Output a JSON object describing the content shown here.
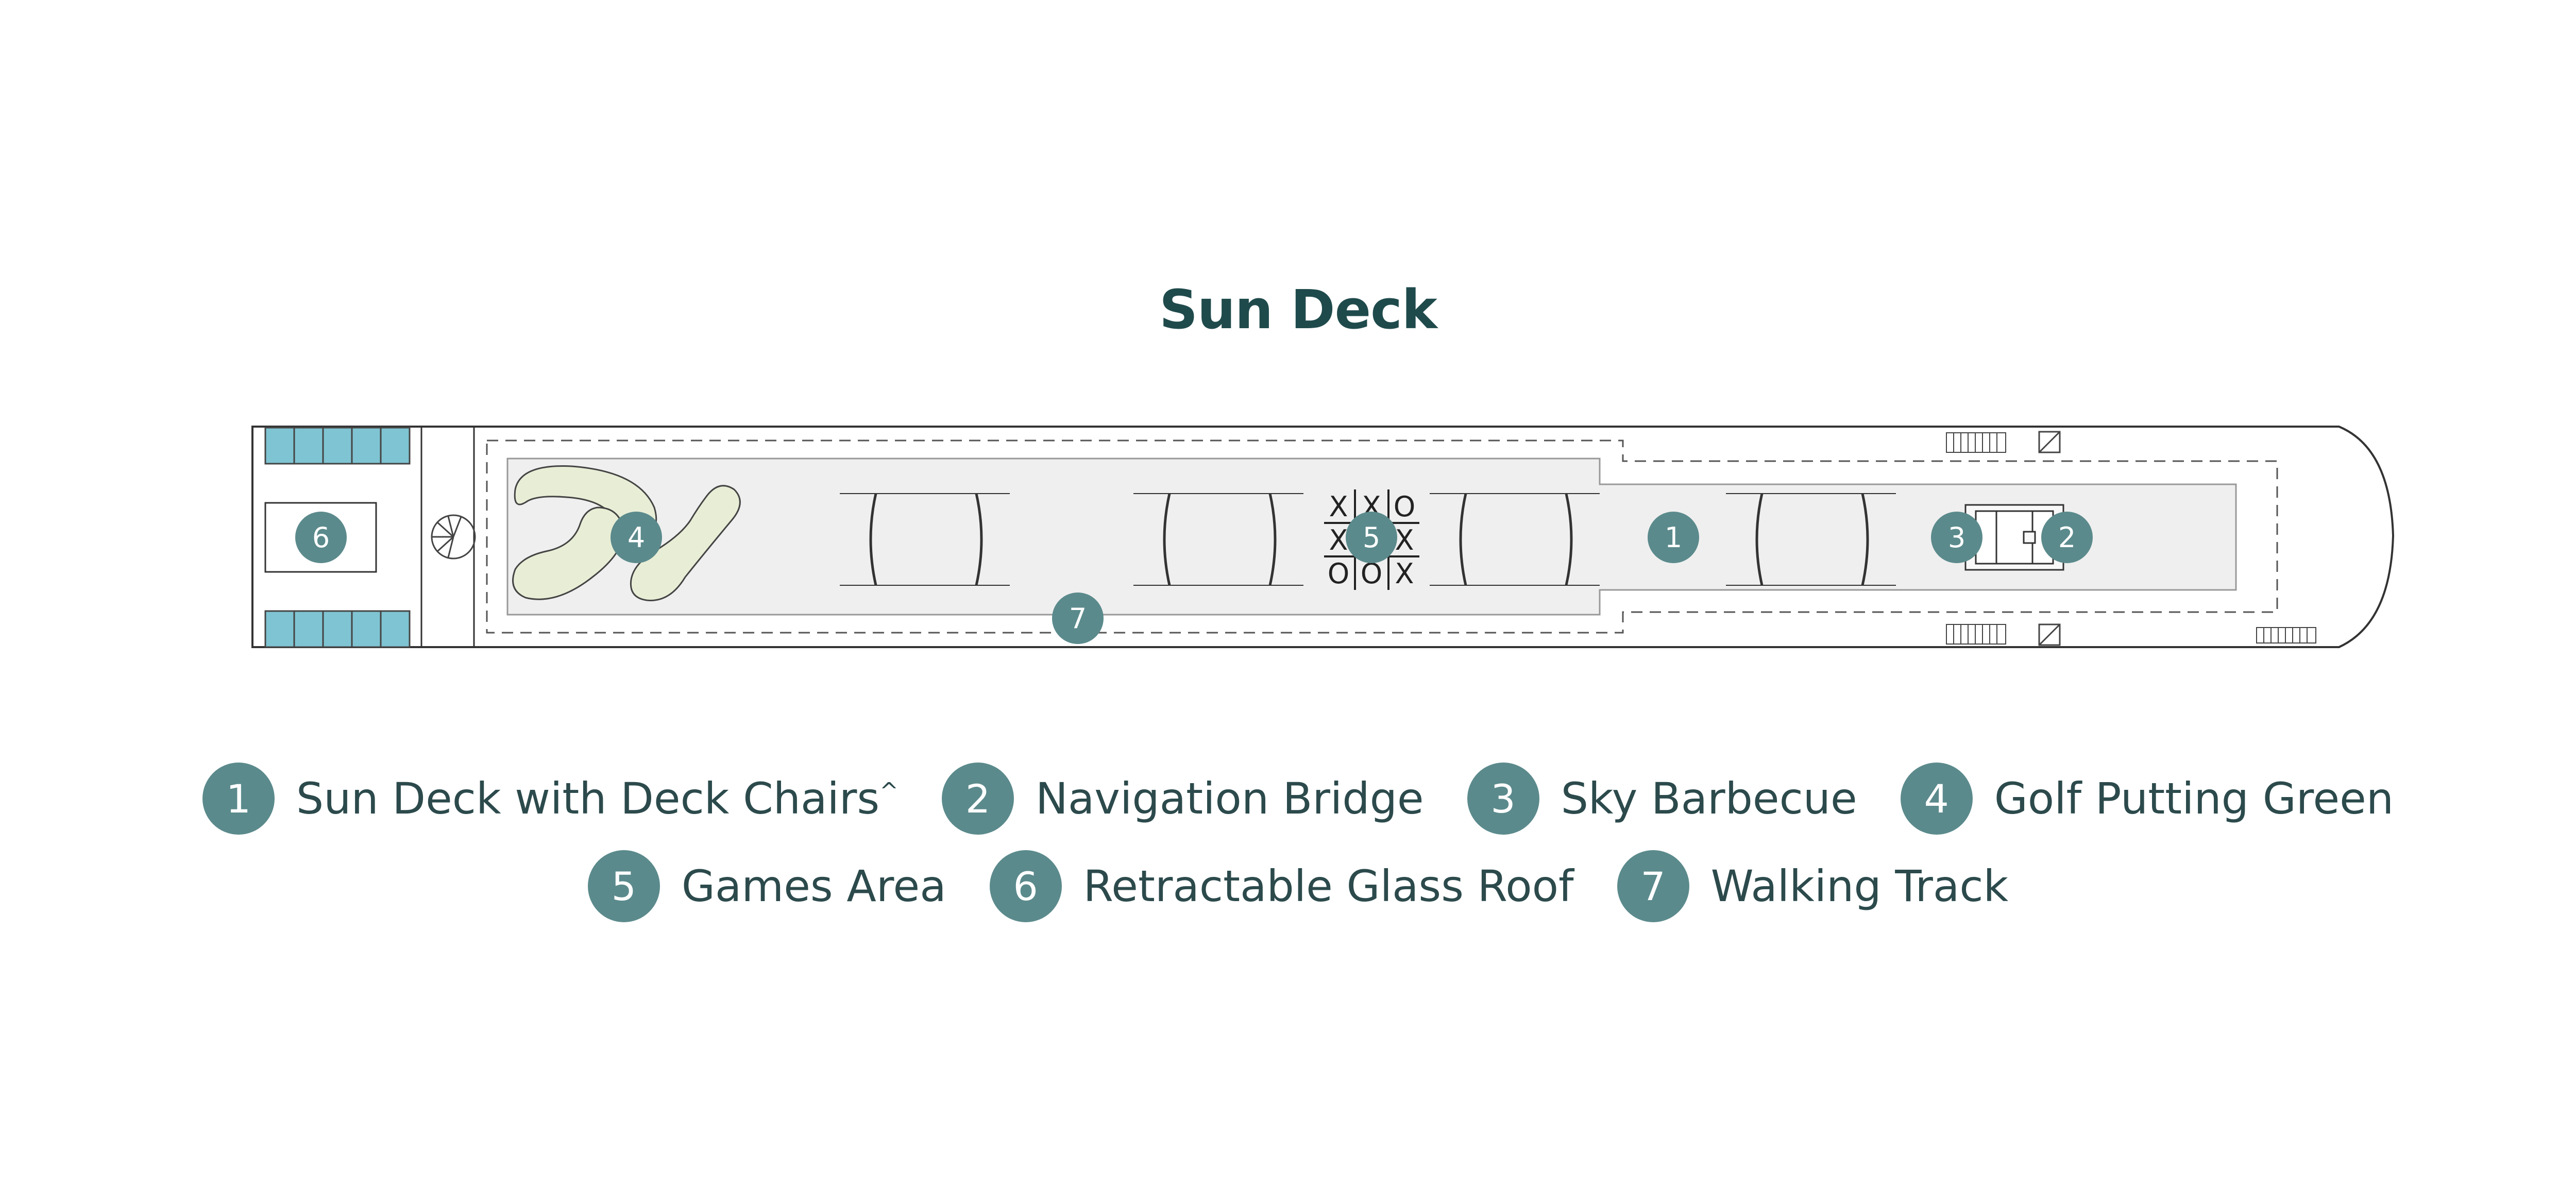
{
  "title": "Sun Deck",
  "colors": {
    "title": "#1f4a4c",
    "badge": "#5b8a8c",
    "legend_text": "#2c4a4c",
    "deck_floor": "#efefef",
    "outline": "#333333",
    "glass_roof": "#7fc4d2",
    "putting_green": "#e8eed6"
  },
  "markers": {
    "sun_deck": "1",
    "navigation_bridge": "2",
    "sky_barbecue": "3",
    "golf_putting_green": "4",
    "games_area": "5",
    "retractable_glass_roof": "6",
    "walking_track": "7"
  },
  "tic_tac_toe": {
    "row1": [
      "X",
      "X",
      "O"
    ],
    "row2": [
      "X",
      "",
      "X"
    ],
    "row3": [
      "O",
      "O",
      "X"
    ]
  },
  "legend": {
    "row1": [
      {
        "number": "1",
        "label": "Sun Deck with Deck Chairs",
        "note": "^"
      },
      {
        "number": "2",
        "label": "Navigation Bridge"
      },
      {
        "number": "3",
        "label": "Sky Barbecue"
      },
      {
        "number": "4",
        "label": "Golf Putting Green"
      }
    ],
    "row2": [
      {
        "number": "5",
        "label": "Games Area"
      },
      {
        "number": "6",
        "label": "Retractable Glass Roof"
      },
      {
        "number": "7",
        "label": "Walking Track"
      }
    ]
  }
}
